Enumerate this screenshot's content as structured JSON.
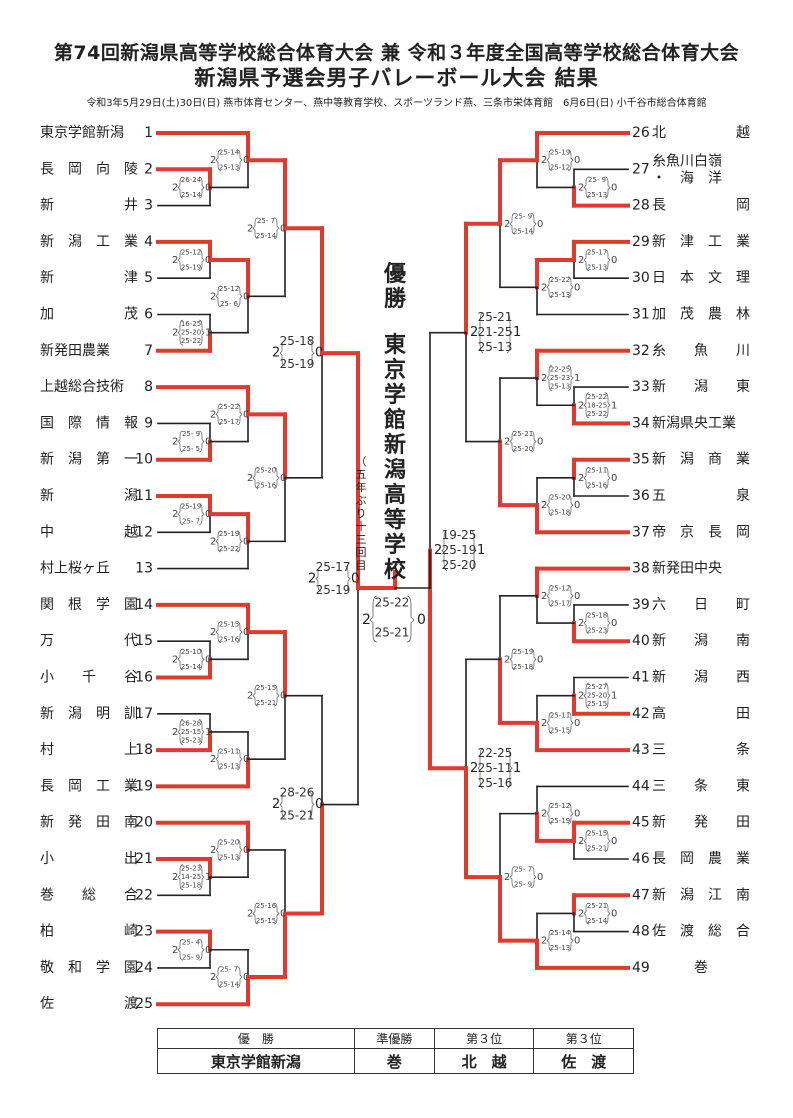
{
  "header": {
    "title_line1": "第74回新潟県高等学校総合体育大会 兼 令和３年度全国高等学校総合体育大会",
    "title_line2": "新潟県予選会男子バレーボール大会 結果",
    "venue_line": "令和3年5月29日(土)30日(日) 燕市体育センター、燕中等教育学校、スポーツランド燕、三条市栄体育館　6月6日(日) 小千谷市総合体育館"
  },
  "champion": {
    "label_chars": [
      "優",
      "勝"
    ],
    "name_chars": [
      "東",
      "京",
      "学",
      "館",
      "新",
      "潟",
      "高",
      "等",
      "学",
      "校"
    ],
    "note_chars": [
      "（",
      "五",
      "年",
      "ぶ",
      "り",
      "十",
      "三",
      "回",
      "目",
      "）"
    ]
  },
  "colors": {
    "winner_line": "#e03a2f",
    "loser_line": "#222222"
  },
  "teams_left": [
    {
      "seed": "1",
      "name": "東京学館新潟"
    },
    {
      "seed": "2",
      "name": "長　岡　向　陵"
    },
    {
      "seed": "3",
      "name": "新　　　　　井"
    },
    {
      "seed": "4",
      "name": "新　潟　工　業"
    },
    {
      "seed": "5",
      "name": "新　　　　　津"
    },
    {
      "seed": "6",
      "name": "加　　　　　茂"
    },
    {
      "seed": "7",
      "name": "新発田農業"
    },
    {
      "seed": "8",
      "name": "上越総合技術"
    },
    {
      "seed": "9",
      "name": "国　際　情　報"
    },
    {
      "seed": "10",
      "name": "新　潟　第　一"
    },
    {
      "seed": "11",
      "name": "新　　　　　潟"
    },
    {
      "seed": "12",
      "name": "中　　　　　越"
    },
    {
      "seed": "13",
      "name": "村上桜ヶ丘"
    },
    {
      "seed": "14",
      "name": "関　根　学　園"
    },
    {
      "seed": "15",
      "name": "万　　　　　代"
    },
    {
      "seed": "16",
      "name": "小　　千　　谷"
    },
    {
      "seed": "17",
      "name": "新　潟　明　訓"
    },
    {
      "seed": "18",
      "name": "村　　　　　上"
    },
    {
      "seed": "19",
      "name": "長　岡　工　業"
    },
    {
      "seed": "20",
      "name": "新　発　田　南"
    },
    {
      "seed": "21",
      "name": "小　　　　　出"
    },
    {
      "seed": "22",
      "name": "巻　　総　　合"
    },
    {
      "seed": "23",
      "name": "柏　　　　　崎"
    },
    {
      "seed": "24",
      "name": "敬　和　学　園"
    },
    {
      "seed": "25",
      "name": "佐　　　　　渡"
    }
  ],
  "teams_right": [
    {
      "seed": "26",
      "name": "北　　　　　越"
    },
    {
      "seed": "27",
      "name": "糸魚川白嶺",
      "name2": "・　海　洋"
    },
    {
      "seed": "28",
      "name": "長　　　　　岡"
    },
    {
      "seed": "29",
      "name": "新　津　工　業"
    },
    {
      "seed": "30",
      "name": "日　本　文　理"
    },
    {
      "seed": "31",
      "name": "加　茂　農　林"
    },
    {
      "seed": "32",
      "name": "糸　　魚　　川"
    },
    {
      "seed": "33",
      "name": "新　　潟　　東"
    },
    {
      "seed": "34",
      "name": "新潟県央工業"
    },
    {
      "seed": "35",
      "name": "新　潟　商　業"
    },
    {
      "seed": "36",
      "name": "五　　　　　泉"
    },
    {
      "seed": "37",
      "name": "帝　京　長　岡"
    },
    {
      "seed": "38",
      "name": "新発田中央"
    },
    {
      "seed": "39",
      "name": "六　　日　　町"
    },
    {
      "seed": "40",
      "name": "新　　潟　　南"
    },
    {
      "seed": "41",
      "name": "新　　潟　　西"
    },
    {
      "seed": "42",
      "name": "高　　　　　田"
    },
    {
      "seed": "43",
      "name": "三　　　　　条"
    },
    {
      "seed": "44",
      "name": "三　　条　　東"
    },
    {
      "seed": "45",
      "name": "新　　発　　田"
    },
    {
      "seed": "46",
      "name": "長　岡　農　業"
    },
    {
      "seed": "47",
      "name": "新　潟　江　南"
    },
    {
      "seed": "48",
      "name": "佐　渡　総　合"
    },
    {
      "seed": "49",
      "name": "　　　巻"
    }
  ],
  "matches_left": [
    {
      "id": "L1",
      "a": "t2",
      "b": "t3",
      "winner": "a",
      "col": 1,
      "sets": [
        "26-24",
        "25-14"
      ],
      "won": "2",
      "lost": "0"
    },
    {
      "id": "L2",
      "a": "t1",
      "b": "L1",
      "winner": "a",
      "col": 2,
      "sets": [
        "25-14",
        "25-13"
      ],
      "won": "2",
      "lost": "0"
    },
    {
      "id": "L3",
      "a": "t4",
      "b": "t5",
      "winner": "a",
      "col": 1,
      "sets": [
        "25-12",
        "25-19"
      ],
      "won": "2",
      "lost": "0"
    },
    {
      "id": "L4",
      "a": "t6",
      "b": "t7",
      "winner": "b",
      "col": 1,
      "sets": [
        "16-25",
        "25-20",
        "25-22"
      ],
      "won": "2",
      "lost": "1"
    },
    {
      "id": "L5",
      "a": "L3",
      "b": "L4",
      "winner": "a",
      "col": 2,
      "sets": [
        "25-12",
        "25- 6"
      ],
      "won": "2",
      "lost": "0"
    },
    {
      "id": "L6",
      "a": "L2",
      "b": "L5",
      "winner": "a",
      "col": 3,
      "sets": [
        "25- 7",
        "25-14"
      ],
      "won": "2",
      "lost": "0"
    },
    {
      "id": "L7",
      "a": "t9",
      "b": "t10",
      "winner": "b",
      "col": 1,
      "sets": [
        "25- 9",
        "25- 5"
      ],
      "won": "2",
      "lost": "0"
    },
    {
      "id": "L8",
      "a": "t8",
      "b": "L7",
      "winner": "a",
      "col": 2,
      "sets": [
        "25-22",
        "25-17"
      ],
      "won": "2",
      "lost": "0"
    },
    {
      "id": "L9",
      "a": "t11",
      "b": "t12",
      "winner": "a",
      "col": 1,
      "sets": [
        "25-19",
        "25- 7"
      ],
      "won": "2",
      "lost": "0"
    },
    {
      "id": "L10",
      "a": "L9",
      "b": "t13",
      "winner": "a",
      "col": 2,
      "sets": [
        "25-19",
        "25-22"
      ],
      "won": "2",
      "lost": "0"
    },
    {
      "id": "L11",
      "a": "L8",
      "b": "L10",
      "winner": "a",
      "col": 3,
      "sets": [
        "25-20",
        "25-16"
      ],
      "won": "2",
      "lost": "0"
    },
    {
      "id": "L12",
      "a": "L6",
      "b": "L11",
      "winner": "a",
      "col": 4,
      "sets": [
        "25-18",
        "25-19"
      ],
      "won": "2",
      "lost": "0",
      "large": true
    },
    {
      "id": "L13",
      "a": "t15",
      "b": "t16",
      "winner": "b",
      "col": 1,
      "sets": [
        "25-10",
        "25-14"
      ],
      "won": "2",
      "lost": "0"
    },
    {
      "id": "L14",
      "a": "t14",
      "b": "L13",
      "winner": "a",
      "col": 2,
      "sets": [
        "25-15",
        "25-16"
      ],
      "won": "2",
      "lost": "0"
    },
    {
      "id": "L15",
      "a": "t17",
      "b": "t18",
      "winner": "b",
      "col": 1,
      "sets": [
        "26-28",
        "25-15",
        "25-23"
      ],
      "won": "2",
      "lost": "1"
    },
    {
      "id": "L16",
      "a": "L15",
      "b": "t19",
      "winner": "b",
      "col": 2,
      "sets": [
        "25-11",
        "25-13"
      ],
      "won": "2",
      "lost": "0"
    },
    {
      "id": "L17",
      "a": "L14",
      "b": "L16",
      "winner": "a",
      "col": 3,
      "sets": [
        "25-15",
        "25-21"
      ],
      "won": "2",
      "lost": "0"
    },
    {
      "id": "L18",
      "a": "t21",
      "b": "t22",
      "winner": "a",
      "col": 1,
      "sets": [
        "25-23",
        "14-25",
        "25-18"
      ],
      "won": "2",
      "lost": "1"
    },
    {
      "id": "L19",
      "a": "t20",
      "b": "L18",
      "winner": "a",
      "col": 2,
      "sets": [
        "25-20",
        "25-13"
      ],
      "won": "2",
      "lost": "0"
    },
    {
      "id": "L20",
      "a": "t23",
      "b": "t24",
      "winner": "a",
      "col": 1,
      "sets": [
        "25- 4",
        "25- 9"
      ],
      "won": "2",
      "lost": "0"
    },
    {
      "id": "L21",
      "a": "L20",
      "b": "t25",
      "winner": "b",
      "col": 2,
      "sets": [
        "25- 7",
        "25-14"
      ],
      "won": "2",
      "lost": "0"
    },
    {
      "id": "L22",
      "a": "L19",
      "b": "L21",
      "winner": "b",
      "col": 3,
      "sets": [
        "25-16",
        "25-15"
      ],
      "won": "2",
      "lost": "0"
    },
    {
      "id": "L23",
      "a": "L17",
      "b": "L22",
      "winner": "b",
      "col": 4,
      "sets": [
        "28-26",
        "25-21"
      ],
      "won": "2",
      "lost": "0",
      "large": true
    },
    {
      "id": "L24",
      "a": "L12",
      "b": "L23",
      "winner": "a",
      "col": 5,
      "sets": [
        "25-17",
        "25-19"
      ],
      "won": "2",
      "lost": "0",
      "large": true
    }
  ],
  "matches_right": [
    {
      "id": "R1",
      "a": "t27",
      "b": "t28",
      "winner": "b",
      "col": 1,
      "sets": [
        "25- 9",
        "25-13"
      ],
      "won": "2",
      "lost": "0"
    },
    {
      "id": "R2",
      "a": "t26",
      "b": "R1",
      "winner": "a",
      "col": 2,
      "sets": [
        "25-19",
        "25-12"
      ],
      "won": "2",
      "lost": "0"
    },
    {
      "id": "R3",
      "a": "t29",
      "b": "t30",
      "winner": "a",
      "col": 1,
      "sets": [
        "25-17",
        "25-13"
      ],
      "won": "2",
      "lost": "0"
    },
    {
      "id": "R4",
      "a": "R3",
      "b": "t31",
      "winner": "a",
      "col": 2,
      "sets": [
        "25-22",
        "25-13"
      ],
      "won": "2",
      "lost": "0"
    },
    {
      "id": "R5",
      "a": "R2",
      "b": "R4",
      "winner": "a",
      "col": 3,
      "sets": [
        "25- 9",
        "25-14"
      ],
      "won": "2",
      "lost": "0"
    },
    {
      "id": "R6",
      "a": "t33",
      "b": "t34",
      "winner": "b",
      "col": 1,
      "sets": [
        "25-22",
        "18-25",
        "25-22"
      ],
      "won": "2",
      "lost": "1"
    },
    {
      "id": "R7",
      "a": "t32",
      "b": "R6",
      "winner": "a",
      "col": 2,
      "sets": [
        "22-25",
        "25-23",
        "25-13"
      ],
      "won": "2",
      "lost": "1"
    },
    {
      "id": "R8",
      "a": "t35",
      "b": "t36",
      "winner": "a",
      "col": 1,
      "sets": [
        "25-11",
        "25-16"
      ],
      "won": "2",
      "lost": "0"
    },
    {
      "id": "R9",
      "a": "R8",
      "b": "t37",
      "winner": "b",
      "col": 2,
      "sets": [
        "25-20",
        "25-18"
      ],
      "won": "2",
      "lost": "0"
    },
    {
      "id": "R10",
      "a": "R7",
      "b": "R9",
      "winner": "b",
      "col": 3,
      "sets": [
        "25-21",
        "25-20"
      ],
      "won": "2",
      "lost": "0"
    },
    {
      "id": "R11",
      "a": "R5",
      "b": "R10",
      "winner": "a",
      "col": 4,
      "sets": [
        "25-21",
        "21-25",
        "25-13"
      ],
      "won": "2",
      "lost": "1",
      "large": true
    },
    {
      "id": "R12",
      "a": "t39",
      "b": "t40",
      "winner": "b",
      "col": 1,
      "sets": [
        "25-18",
        "25-23"
      ],
      "won": "2",
      "lost": "0"
    },
    {
      "id": "R13",
      "a": "t38",
      "b": "R12",
      "winner": "a",
      "col": 2,
      "sets": [
        "25-12",
        "25-17"
      ],
      "won": "2",
      "lost": "0"
    },
    {
      "id": "R14",
      "a": "t41",
      "b": "t42",
      "winner": "b",
      "col": 1,
      "sets": [
        "25-27",
        "25-20",
        "25-15"
      ],
      "won": "2",
      "lost": "1"
    },
    {
      "id": "R15",
      "a": "R14",
      "b": "t43",
      "winner": "b",
      "col": 2,
      "sets": [
        "25-11",
        "25-15"
      ],
      "won": "2",
      "lost": "0"
    },
    {
      "id": "R16",
      "a": "R13",
      "b": "R15",
      "winner": "b",
      "col": 3,
      "sets": [
        "25-19",
        "25-18"
      ],
      "won": "2",
      "lost": "0"
    },
    {
      "id": "R17",
      "a": "t45",
      "b": "t46",
      "winner": "a",
      "col": 1,
      "sets": [
        "25-15",
        "25-21"
      ],
      "won": "2",
      "lost": "0"
    },
    {
      "id": "R18",
      "a": "t44",
      "b": "R17",
      "winner": "b",
      "col": 2,
      "sets": [
        "25-12",
        "25-19"
      ],
      "won": "2",
      "lost": "0"
    },
    {
      "id": "R19",
      "a": "t47",
      "b": "t48",
      "winner": "a",
      "col": 1,
      "sets": [
        "25-21",
        "25-14"
      ],
      "won": "2",
      "lost": "0"
    },
    {
      "id": "R20",
      "a": "R19",
      "b": "t49",
      "winner": "b",
      "col": 2,
      "sets": [
        "25-14",
        "25-13"
      ],
      "won": "2",
      "lost": "0"
    },
    {
      "id": "R21",
      "a": "R18",
      "b": "R20",
      "winner": "b",
      "col": 3,
      "sets": [
        "25- 7",
        "25- 9"
      ],
      "won": "2",
      "lost": "0"
    },
    {
      "id": "R22",
      "a": "R16",
      "b": "R21",
      "winner": "b",
      "col": 4,
      "sets": [
        "22-25",
        "25-11",
        "25-16"
      ],
      "won": "2",
      "lost": "1",
      "large": true
    },
    {
      "id": "R23",
      "a": "R11",
      "b": "R22",
      "winner": "b",
      "col": 5,
      "sets": [
        "19-25",
        "25-19",
        "25-20"
      ],
      "won": "2",
      "lost": "1",
      "large": true
    }
  ],
  "final": {
    "sets": [
      "25-22",
      "25-21"
    ],
    "won": "2",
    "lost": "0",
    "winner": "left"
  },
  "results_table": {
    "headers": [
      "優　勝",
      "準優勝",
      "第３位",
      "第３位"
    ],
    "values": [
      "東京学館新潟",
      "巻",
      "北　越",
      "佐　渡"
    ]
  }
}
